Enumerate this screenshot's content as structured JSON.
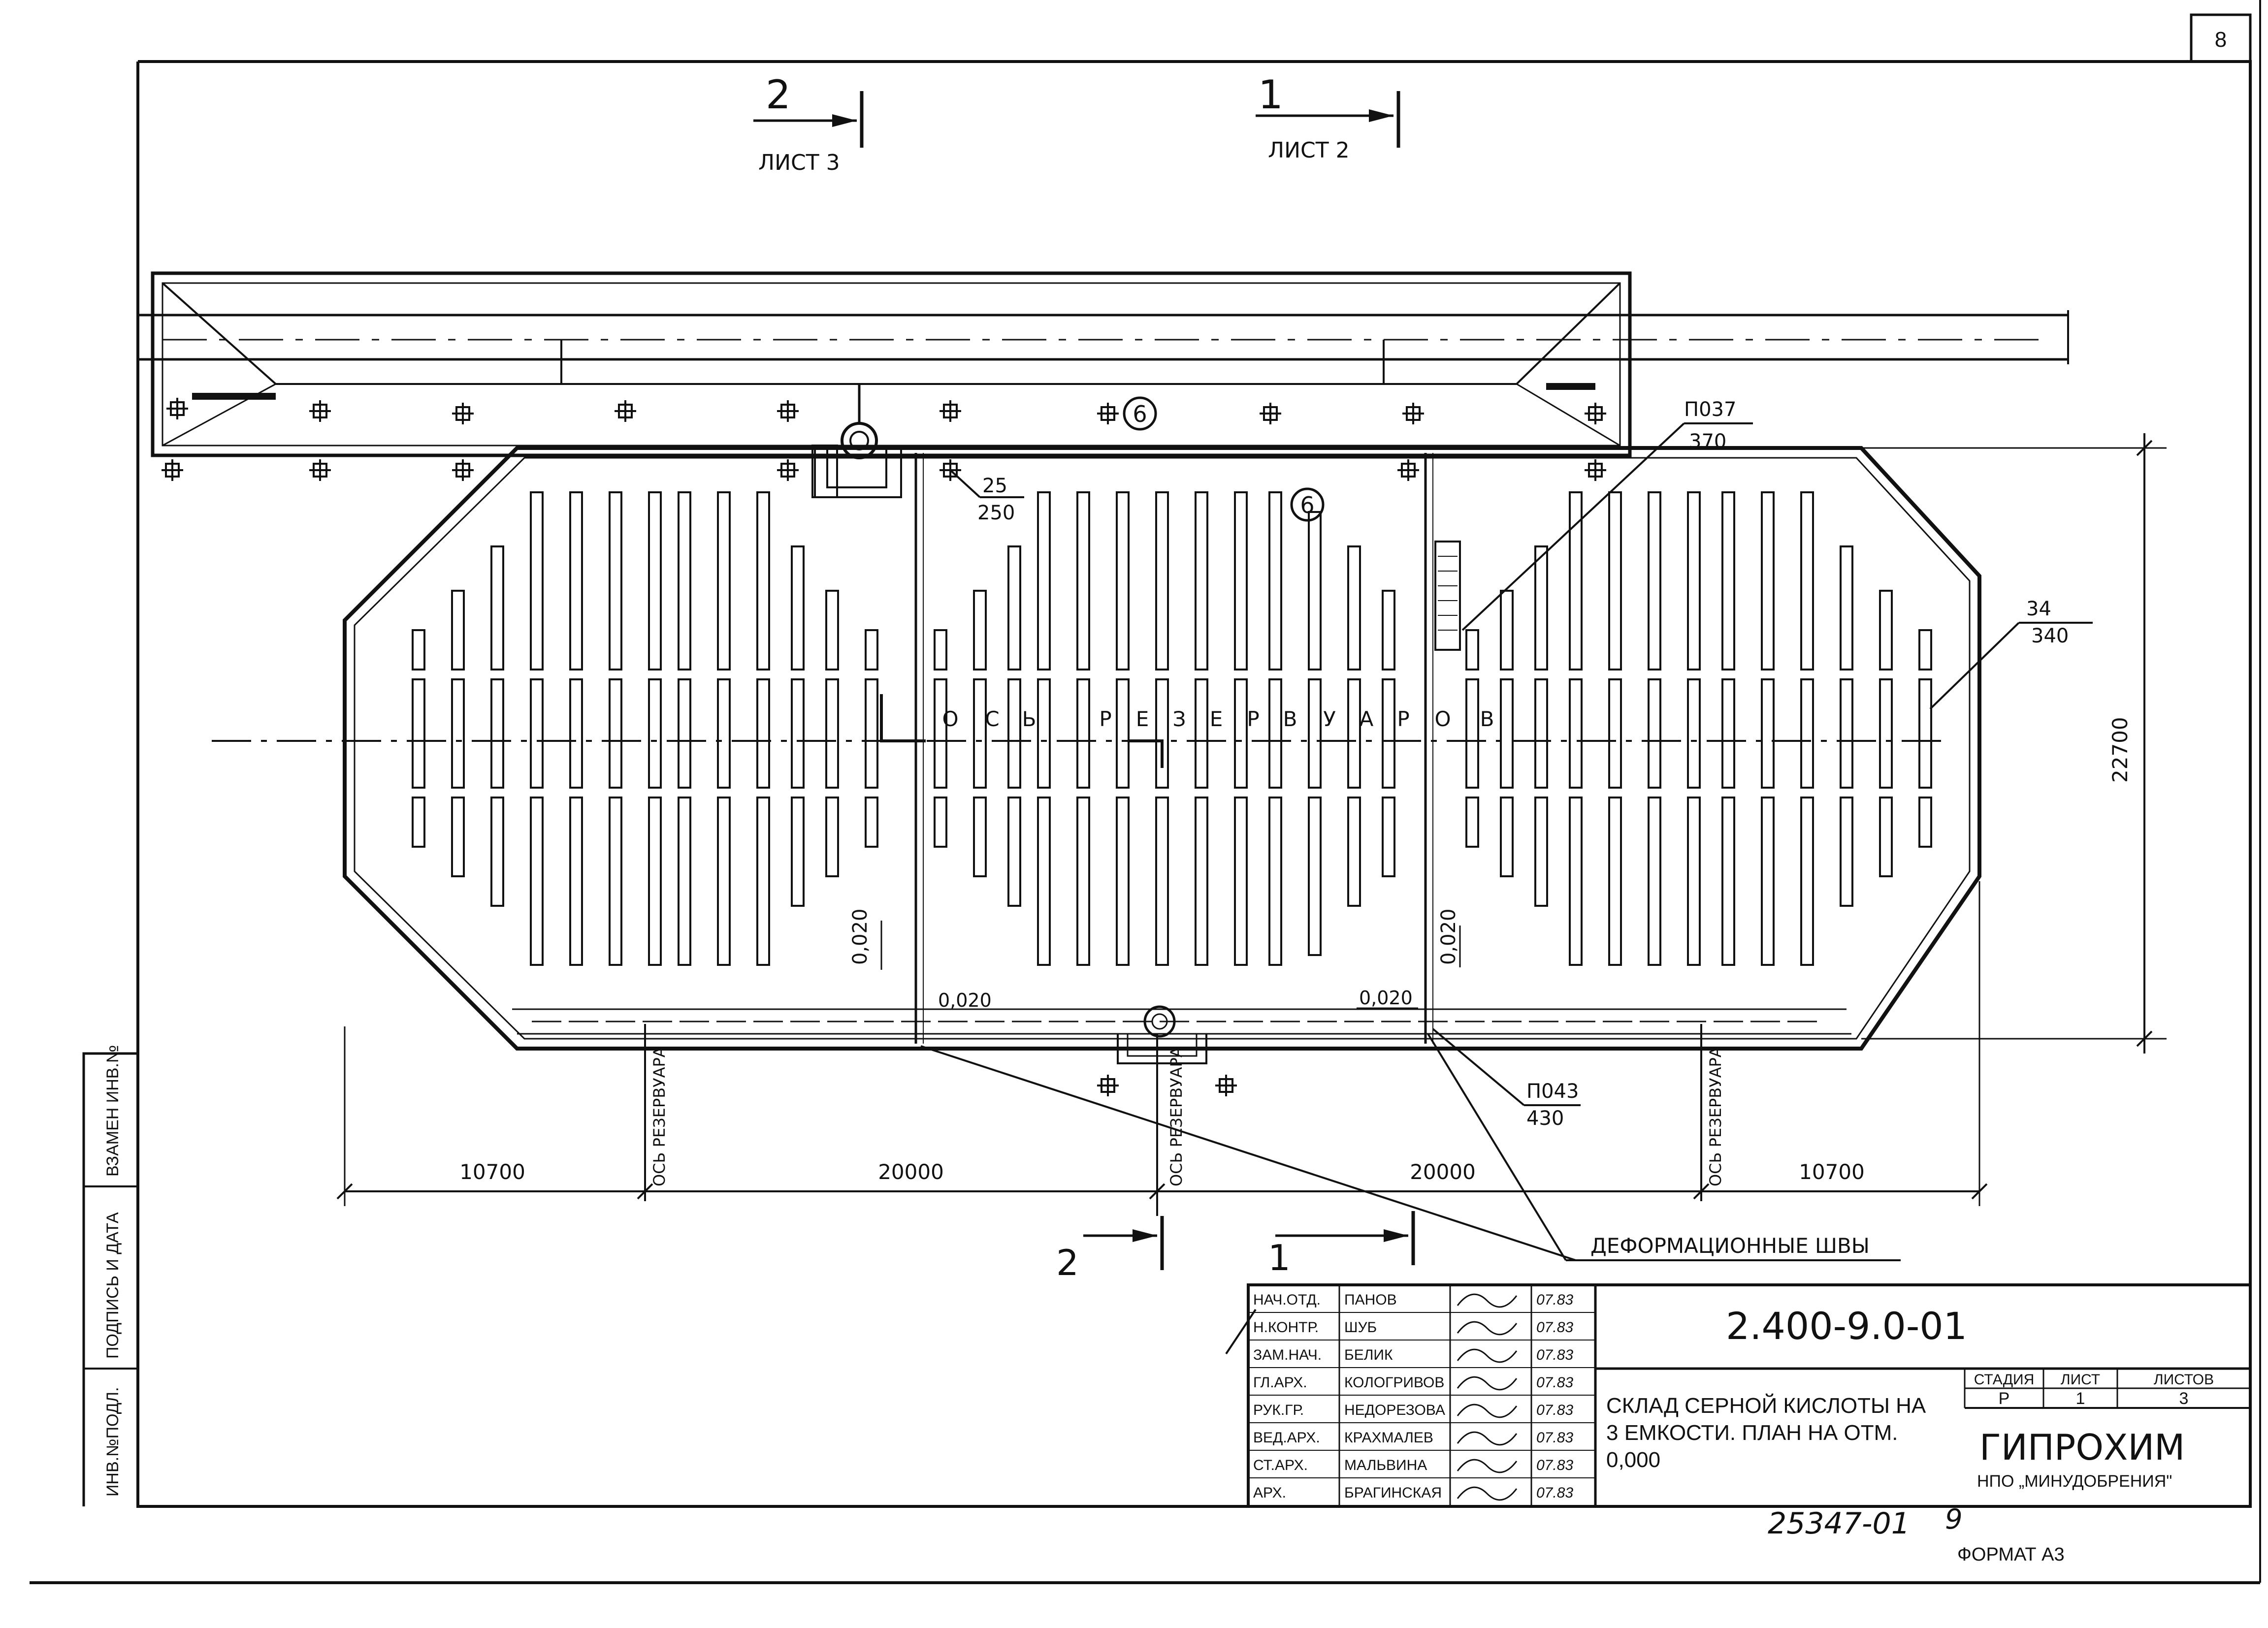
{
  "sheet": {
    "page_number": "8",
    "format": "ФОРМАТ А3",
    "archive_number": "25347-01",
    "archive_suffix": "9"
  },
  "section_marks": {
    "top_left": {
      "number": "2",
      "sheet": "ЛИСТ 3"
    },
    "top_right": {
      "number": "1",
      "sheet": "ЛИСТ 2"
    },
    "bottom_left": {
      "number": "2"
    },
    "bottom_right": {
      "number": "1"
    }
  },
  "plan": {
    "axis_label": [
      "О",
      "С",
      "Ь",
      " ",
      "Р",
      "Е",
      "З",
      "Е",
      "Р",
      "В",
      "У",
      "А",
      "Р",
      "О",
      "В"
    ],
    "tank_axis_label": "ОСЬ РЕЗЕРВУАРА",
    "deformation_joints": "ДЕФОРМАЦИОННЫЕ ШВЫ",
    "callout_circle": "6",
    "callouts": [
      {
        "top": "П037",
        "bottom": "370"
      },
      {
        "top": "25",
        "bottom": "250"
      },
      {
        "top": "34",
        "bottom": "340"
      },
      {
        "top": "П043",
        "bottom": "430"
      }
    ],
    "elevations": [
      "0,020",
      "0,020",
      "0,020",
      "0,020"
    ],
    "dimensions": {
      "overall_height": "22700",
      "spans": [
        "10700",
        "20000",
        "20000",
        "10700"
      ]
    }
  },
  "side_stamp": [
    "ИНВ.№ПОДЛ.",
    "ПОДПИСЬ И ДАТА",
    "ВЗАМЕН ИНВ.№"
  ],
  "title_block": {
    "doc_code": "2.400-9.0-01",
    "roles": [
      {
        "role": "НАЧ.ОТД.",
        "name": "ПАНОВ",
        "date": "07.83"
      },
      {
        "role": "Н.КОНТР.",
        "name": "ШУБ",
        "date": "07.83"
      },
      {
        "role": "ЗАМ.НАЧ.",
        "name": "БЕЛИК",
        "date": "07.83"
      },
      {
        "role": "ГЛ.АРХ.",
        "name": "КОЛОГРИВОВ",
        "date": "07.83"
      },
      {
        "role": "РУК.ГР.",
        "name": "НЕДОРЕЗОВА",
        "date": "07.83"
      },
      {
        "role": "ВЕД.АРХ.",
        "name": "КРАХМАЛЕВ",
        "date": "07.83"
      },
      {
        "role": "СТ.АРХ.",
        "name": "МАЛЬВИНА",
        "date": "07.83"
      },
      {
        "role": "АРХ.",
        "name": "БРАГИНСКАЯ",
        "date": "07.83"
      }
    ],
    "title_lines": [
      "СКЛАД СЕРНОЙ КИСЛОТЫ НА",
      "3 ЕМКОСТИ. ПЛАН НА ОТМ.",
      "0,000"
    ],
    "stage_header": "СТАДИЯ",
    "sheet_header": "ЛИСТ",
    "sheets_header": "ЛИСТОВ",
    "stage": "Р",
    "sheet": "1",
    "sheets": "3",
    "org": "ГИПРОХИМ",
    "org_sub": "НПО „МИНУДОБРЕНИЯ\""
  }
}
